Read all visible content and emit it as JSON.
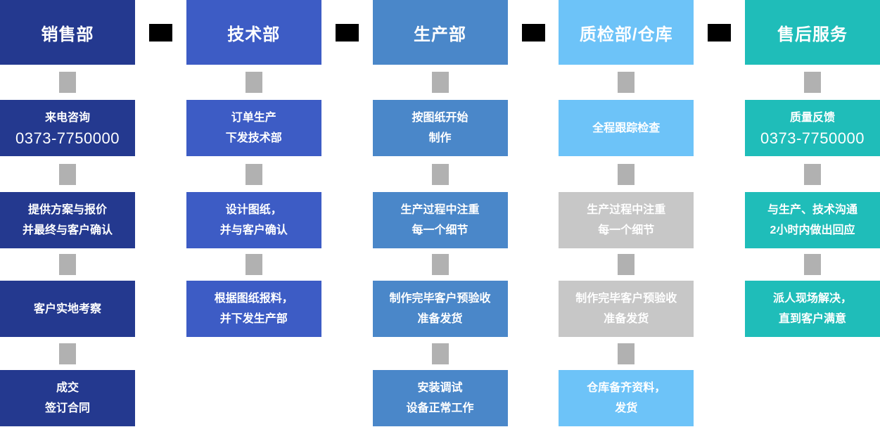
{
  "palette": {
    "background": "#ffffff",
    "connector": "#b1b1b1",
    "gray_box": "#c7c7c7",
    "arrow": "#000000",
    "text": "#ffffff"
  },
  "columns": [
    {
      "id": "sales",
      "color": "#24398f",
      "header": "销售部",
      "steps": [
        {
          "lines": [
            "来电咨询",
            "0373-7750000"
          ],
          "phone": true
        },
        {
          "lines": [
            "提供方案与报价",
            "并最终与客户确认"
          ]
        },
        {
          "lines": [
            "客户实地考察"
          ]
        },
        {
          "lines": [
            "成交",
            "签订合同"
          ]
        }
      ]
    },
    {
      "id": "tech",
      "color": "#3d5cc5",
      "header": "技术部",
      "steps": [
        {
          "lines": [
            "订单生产",
            "下发技术部"
          ]
        },
        {
          "lines": [
            "设计图纸，",
            "并与客户确认"
          ]
        },
        {
          "lines": [
            "根据图纸报料，",
            "并下发生产部"
          ]
        }
      ]
    },
    {
      "id": "production",
      "color": "#4a87c9",
      "header": "生产部",
      "steps": [
        {
          "lines": [
            "按图纸开始",
            "制作"
          ]
        },
        {
          "lines": [
            "生产过程中注重",
            "每一个细节"
          ]
        },
        {
          "lines": [
            "制作完毕客户预验收",
            "准备发货"
          ]
        },
        {
          "lines": [
            "安装调试",
            "设备正常工作"
          ]
        }
      ]
    },
    {
      "id": "qc-warehouse",
      "color": "#6dc3f8",
      "header": "质检部/仓库",
      "steps": [
        {
          "lines": [
            "全程跟踪检查"
          ]
        },
        {
          "lines": [
            "生产过程中注重",
            "每一个细节"
          ],
          "variant": "gray"
        },
        {
          "lines": [
            "制作完毕客户预验收",
            "准备发货"
          ],
          "variant": "gray"
        },
        {
          "lines": [
            "仓库备齐资料，",
            "发货"
          ]
        }
      ]
    },
    {
      "id": "after-sales",
      "color": "#1fbdb9",
      "header": "售后服务",
      "steps": [
        {
          "lines": [
            "质量反馈",
            "0373-7750000"
          ],
          "phone": true
        },
        {
          "lines": [
            "与生产、技术沟通",
            "2小时内做出回应"
          ]
        },
        {
          "lines": [
            "派人现场解决，",
            "直到客户满意"
          ]
        }
      ]
    }
  ]
}
